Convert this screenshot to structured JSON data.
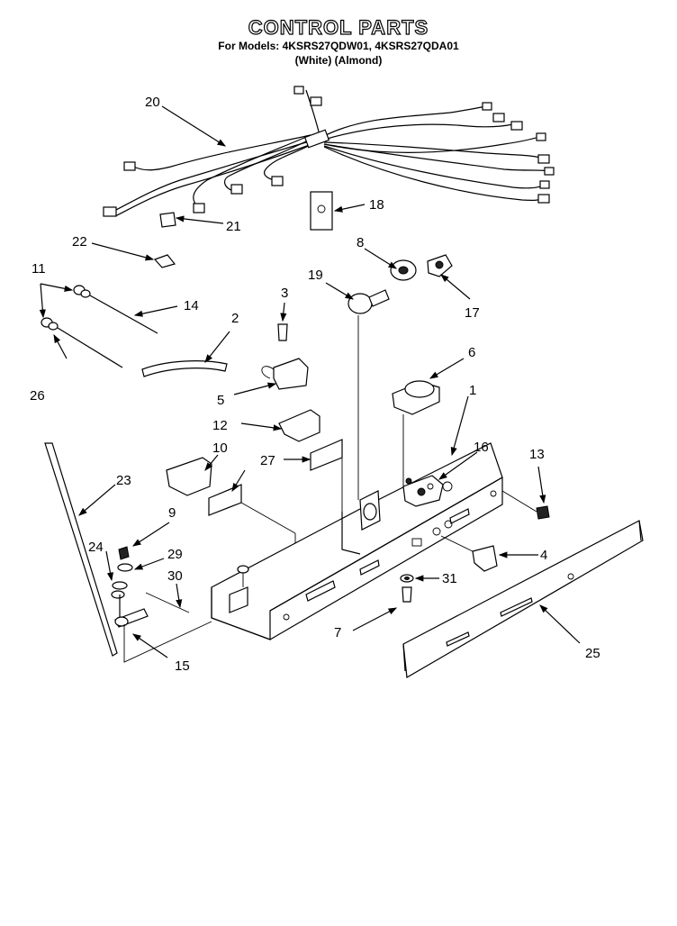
{
  "header": {
    "title": "CONTROL PARTS",
    "models": "For Models: 4KSRS27QDW01, 4KSRS27QDA01",
    "colors": "(White)      (Almond)"
  },
  "callouts": {
    "c1": "1",
    "c2": "2",
    "c3": "3",
    "c4": "4",
    "c5": "5",
    "c6": "6",
    "c7": "7",
    "c8": "8",
    "c9": "9",
    "c10": "10",
    "c11": "11",
    "c12": "12",
    "c13": "13",
    "c14": "14",
    "c15": "15",
    "c16": "16",
    "c17": "17",
    "c18": "18",
    "c19": "19",
    "c20": "20",
    "c21": "21",
    "c22": "22",
    "c23": "23",
    "c24": "24",
    "c25": "25",
    "c26": "26",
    "c27": "27",
    "c29": "29",
    "c30": "30",
    "c31": "31"
  }
}
